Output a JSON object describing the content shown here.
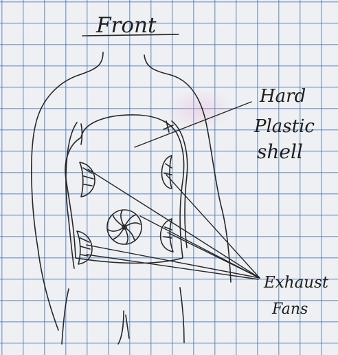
{
  "labels": {
    "title": "Front",
    "shell_line1": "Hard",
    "shell_line2": "Plastic",
    "shell_line3": "shell",
    "fans_line1": "Exhaust",
    "fans_line2": "Fans"
  },
  "colors": {
    "paper": "#eef0f3",
    "grid": "#466eaa",
    "ink": "#262626"
  }
}
